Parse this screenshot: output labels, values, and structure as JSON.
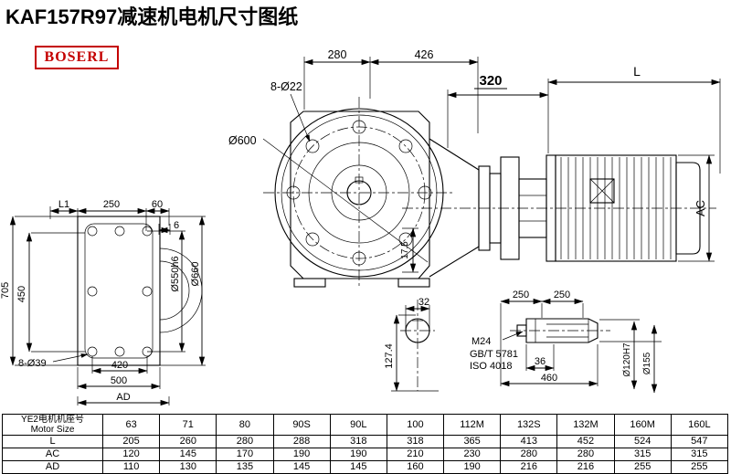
{
  "page": {
    "title": "KAF157R97减速机电机尺寸图纸",
    "logo": "BOSERL"
  },
  "side_view_left": {
    "dim_L1": "L1",
    "dim_250": "250",
    "dim_60": "60",
    "dim_6": "6",
    "dim_705": "705",
    "dim_450": "450",
    "bolt_label": "8-Ø39",
    "dim_420": "420",
    "dim_500": "500",
    "dim_AD": "AD",
    "dia_550": "Ø550h6",
    "dia_660": "Ø660"
  },
  "front_view": {
    "dim_280": "280",
    "dim_426": "426",
    "bolt_label": "8-Ø22",
    "flange_dia": "Ø600"
  },
  "motor_view": {
    "dim_320": "320",
    "dim_L": "L",
    "dim_AC": "AC",
    "dim_17_5": "17.5"
  },
  "shaft_end_view": {
    "dim_32": "32",
    "dim_127_4": "127.4"
  },
  "shaft_detail": {
    "dim_250_a": "250",
    "dim_250_b": "250",
    "thread": "M24",
    "std_gb": "GB/T 5781",
    "std_iso": "ISO 4018",
    "dim_36": "36",
    "dim_460": "460",
    "dia_120": "Ø120H7",
    "dia_155": "Ø155"
  },
  "table": {
    "row_label_cn": "YE2电机机座号",
    "row_label_en": "Motor Size",
    "sizes": [
      "63",
      "71",
      "80",
      "90S",
      "90L",
      "100",
      "112M",
      "132S",
      "132M",
      "160M",
      "160L"
    ],
    "rows": [
      {
        "label": "L",
        "values": [
          "205",
          "260",
          "280",
          "288",
          "318",
          "318",
          "365",
          "413",
          "452",
          "524",
          "547"
        ]
      },
      {
        "label": "AC",
        "values": [
          "120",
          "145",
          "170",
          "190",
          "190",
          "210",
          "230",
          "280",
          "280",
          "315",
          "315"
        ]
      },
      {
        "label": "AD",
        "values": [
          "110",
          "130",
          "135",
          "145",
          "145",
          "160",
          "190",
          "216",
          "216",
          "255",
          "255"
        ]
      }
    ]
  }
}
